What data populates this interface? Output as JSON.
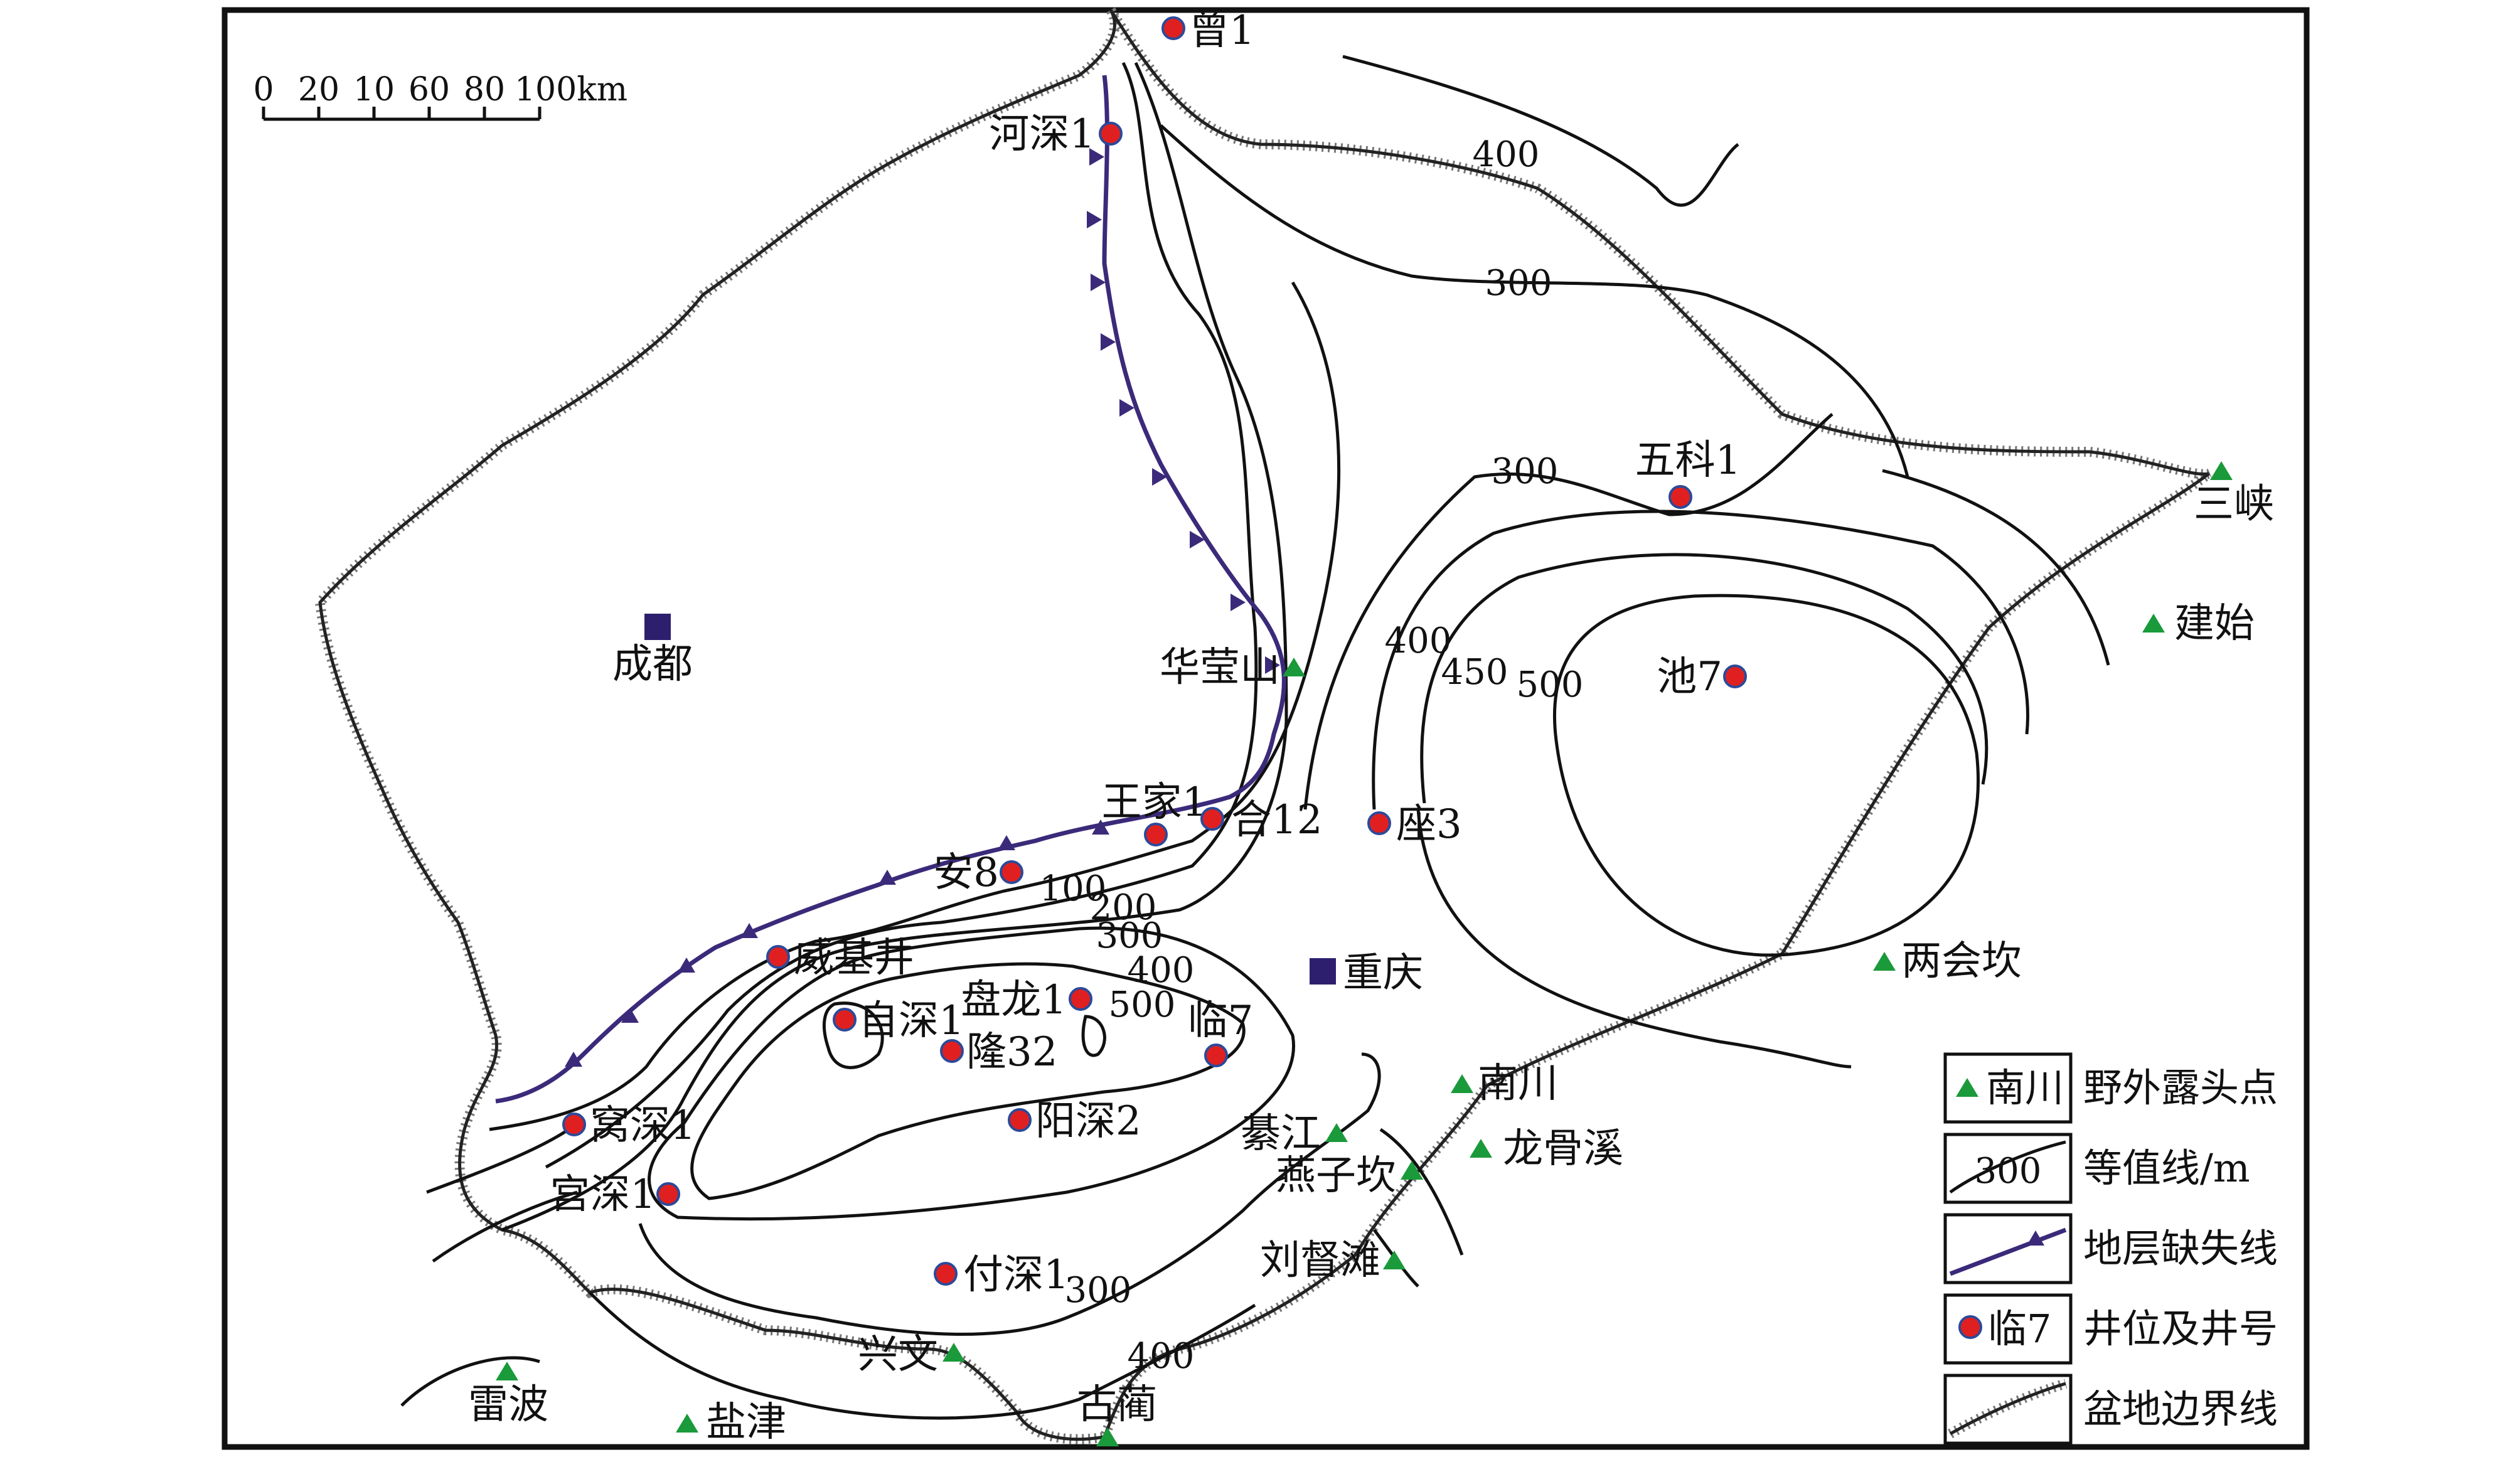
{
  "scale_bar": {
    "labels": [
      "0",
      "20",
      "10",
      "60",
      "80",
      "100km"
    ]
  },
  "cities": [
    {
      "id": "chengdu",
      "name": "成都"
    },
    {
      "id": "chongqing",
      "name": "重庆"
    }
  ],
  "wells": [
    {
      "id": "zeng1",
      "name": "曾1"
    },
    {
      "id": "heshen1",
      "name": "河深1"
    },
    {
      "id": "wuke1",
      "name": "五科1"
    },
    {
      "id": "chi7",
      "name": "池7"
    },
    {
      "id": "wangjia1",
      "name": "王家1"
    },
    {
      "id": "he12",
      "name": "合12"
    },
    {
      "id": "zuo3",
      "name": "座3"
    },
    {
      "id": "an8",
      "name": "安8"
    },
    {
      "id": "weijijing",
      "name": "威基井"
    },
    {
      "id": "panlong1",
      "name": "盘龙1"
    },
    {
      "id": "zishen1",
      "name": "自深1"
    },
    {
      "id": "long32",
      "name": "隆32"
    },
    {
      "id": "lin7",
      "name": "临7"
    },
    {
      "id": "yangshen2",
      "name": "阳深2"
    },
    {
      "id": "woshen1",
      "name": "窝深1"
    },
    {
      "id": "gongshen1",
      "name": "宫深1"
    },
    {
      "id": "fushen1",
      "name": "付深1"
    }
  ],
  "outcrops": [
    {
      "id": "huayingshan",
      "name": "华莹山"
    },
    {
      "id": "sanxia",
      "name": "三峡"
    },
    {
      "id": "jianshi",
      "name": "建始"
    },
    {
      "id": "lianghuikan",
      "name": "两会坎"
    },
    {
      "id": "nanchuan",
      "name": "南川"
    },
    {
      "id": "qijiang",
      "name": "綦江"
    },
    {
      "id": "longguxi",
      "name": "龙骨溪"
    },
    {
      "id": "yanzikan",
      "name": "燕子坎"
    },
    {
      "id": "liuduta",
      "name": "刘督滩"
    },
    {
      "id": "xingwen",
      "name": "兴文"
    },
    {
      "id": "leibo",
      "name": "雷波"
    },
    {
      "id": "yanjin",
      "name": "盐津"
    },
    {
      "id": "gulin",
      "name": "古蔺"
    }
  ],
  "contour_labels": {
    "ne_400": "400",
    "ne_300": "300",
    "c_300": "300",
    "c_400": "400",
    "c_450": "450",
    "c_500": "500",
    "s_100": "100",
    "s_200": "200",
    "s_300": "300",
    "s_400": "400",
    "s_500": "500",
    "b_300": "300",
    "b_400": "400"
  },
  "legend": {
    "outcrop": {
      "sample": "南川",
      "label": "野外露头点"
    },
    "contour": {
      "sample": "300",
      "label": "等值线/m"
    },
    "missing": {
      "label": "地层缺失线"
    },
    "well": {
      "sample": "临7",
      "label": "井位及井号"
    },
    "basin": {
      "label": "盆地边界线"
    }
  },
  "colors": {
    "well_fill": "#e02020",
    "outcrop": "#1a9a3a",
    "missing_line": "#3b2a7a",
    "city": "#2e1f6e"
  }
}
